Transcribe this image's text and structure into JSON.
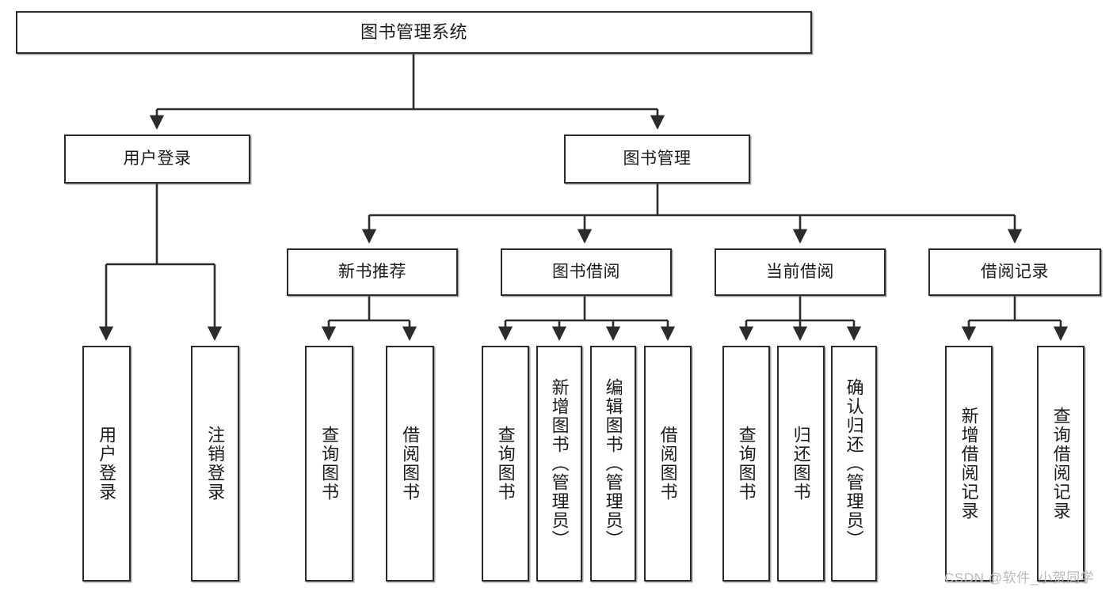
{
  "diagram": {
    "type": "tree",
    "title": "图书管理系统",
    "colors": {
      "border": "#2b2b2b",
      "background": "#ffffff",
      "text": "#1b1b1b",
      "edge": "#2b2b2b",
      "watermark": "#b9b9b9"
    },
    "nodes": {
      "root": {
        "label": "图书管理系统"
      },
      "level2": [
        {
          "id": "user-login",
          "label": "用户登录"
        },
        {
          "id": "book-management",
          "label": "图书管理"
        }
      ],
      "level3": [
        {
          "id": "new-book-recommend",
          "label": "新书推荐"
        },
        {
          "id": "book-borrow",
          "label": "图书借阅"
        },
        {
          "id": "current-borrow",
          "label": "当前借阅"
        },
        {
          "id": "borrow-record",
          "label": "借阅记录"
        }
      ],
      "leaves": {
        "user_login": [
          {
            "id": "leaf-user-login",
            "label": "用户登录"
          },
          {
            "id": "leaf-logout-login",
            "label": "注销登录"
          }
        ],
        "new_book_recommend": [
          {
            "id": "leaf-query-book-1",
            "label": "查询图书"
          },
          {
            "id": "leaf-borrow-book-1",
            "label": "借阅图书"
          }
        ],
        "book_borrow": [
          {
            "id": "leaf-query-book-2",
            "label": "查询图书"
          },
          {
            "id": "leaf-add-book",
            "label": "新增图书（管理员）"
          },
          {
            "id": "leaf-edit-book",
            "label": "编辑图书（管理员）"
          },
          {
            "id": "leaf-borrow-book-2",
            "label": "借阅图书"
          }
        ],
        "current_borrow": [
          {
            "id": "leaf-query-book-3",
            "label": "查询图书"
          },
          {
            "id": "leaf-return-book",
            "label": "归还图书"
          },
          {
            "id": "leaf-confirm-return",
            "label": "确认归还（管理员）"
          }
        ],
        "borrow_record": [
          {
            "id": "leaf-add-record",
            "label": "新增借阅记录"
          },
          {
            "id": "leaf-query-record",
            "label": "查询借阅记录"
          }
        ]
      }
    },
    "watermark": "CSDN @软件_小贺同学"
  }
}
